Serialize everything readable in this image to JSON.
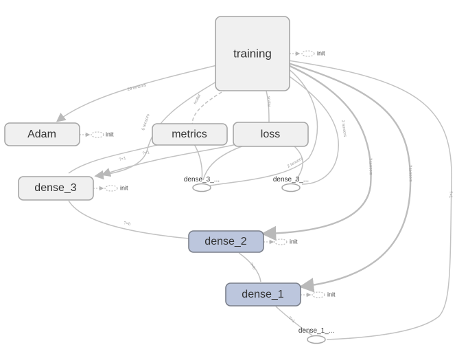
{
  "graph": {
    "nodes": {
      "training": "training",
      "adam": "Adam",
      "metrics": "metrics",
      "loss": "loss",
      "dense_3": "dense_3",
      "dense_2": "dense_2",
      "dense_1": "dense_1"
    },
    "init_label": "init",
    "ops": {
      "dense_3_a": "dense_3_...",
      "dense_3_b": "dense_3_...",
      "dense_1_a": "dense_1_..."
    },
    "edge_labels": {
      "training_adam": "29 tensors",
      "training_dense3": "6 tensors",
      "training_metrics": "scalar",
      "training_loss": "scalar",
      "training_dense3b": "2 tensors",
      "training_dense2": "7 tensors",
      "training_dense1": "7 tensors",
      "training_dense1ops": "?×1",
      "metrics_dense3": "?×1",
      "loss_dense3": "?×1",
      "dense3_dense2": "?×b",
      "dense2_dense1": "?×b",
      "dense1_ops": "?×1",
      "loss_ops": "2 tensors"
    },
    "colors": {
      "op_node_fill": "#f0f0f0",
      "series_node_fill": "#bcc6dd",
      "edge": "#c2c2c2"
    }
  }
}
